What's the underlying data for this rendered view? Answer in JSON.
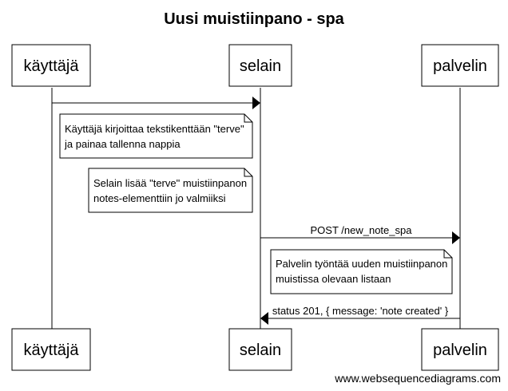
{
  "diagram": {
    "title": "Uusi muistiinpano - spa",
    "participants": [
      "käyttäjä",
      "selain",
      "palvelin"
    ],
    "messages": [
      {
        "from": "käyttäjä",
        "to": "selain",
        "label": ""
      },
      {
        "from": "selain",
        "to": "palvelin",
        "label": "POST /new_note_spa"
      },
      {
        "from": "palvelin",
        "to": "selain",
        "label": "status 201, { message: 'note created' }"
      }
    ],
    "notes": [
      {
        "lines": [
          "Käyttäjä kirjoittaa tekstikenttään \"terve\"",
          "ja painaa tallenna nappia"
        ]
      },
      {
        "lines": [
          "Selain lisää \"terve\" muistiinpanon",
          "notes-elementtiin jo valmiiksi"
        ]
      },
      {
        "lines": [
          "Palvelin työntää uuden muistiinpanon",
          "muistissa olevaan listaan"
        ]
      }
    ],
    "footer": "www.websequencediagrams.com"
  }
}
